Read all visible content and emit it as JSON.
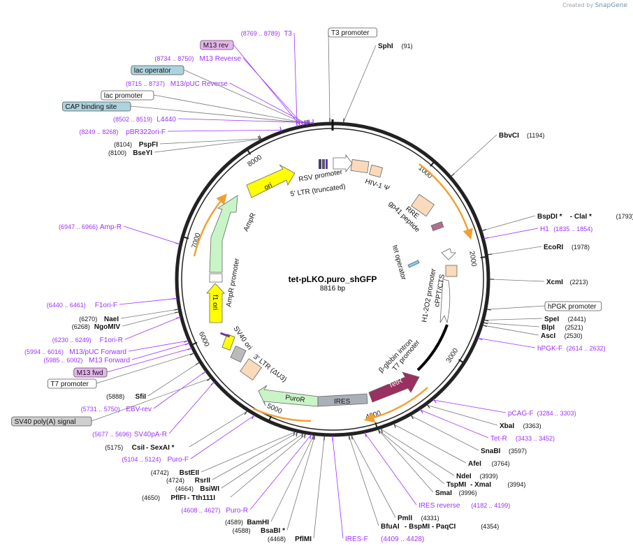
{
  "credit": {
    "prefix": "Created by",
    "brand": "SnapGene"
  },
  "plasmid": {
    "name": "tet-pLKO.puro_shGFP",
    "size": "8816 bp"
  },
  "colors": {
    "primer": "#9b30ff",
    "site": "#111111",
    "backbone": "#222222",
    "primer_box": "#e8b4ef",
    "feature_box": "#add3de",
    "grey_box": "#cfcfcf"
  },
  "ticks": [
    "1000",
    "2000",
    "3000",
    "4000",
    "5000",
    "6000",
    "7000",
    "8000"
  ],
  "labels": [
    {
      "id": "t3",
      "pos": "(8769 .. 8789)",
      "name": "T3",
      "type": "primer"
    },
    {
      "id": "m13rev",
      "name": "M13 rev",
      "type": "primer-box"
    },
    {
      "id": "m13reverse",
      "pos": "(8734 .. 8750)",
      "name": "M13 Reverse",
      "type": "primer"
    },
    {
      "id": "lacop",
      "name": "lac operator",
      "type": "feature-box"
    },
    {
      "id": "m13puc_rev",
      "pos": "(8715 .. 8737)",
      "name": "M13/pUC Reverse",
      "type": "primer"
    },
    {
      "id": "lacprom",
      "name": "lac promoter",
      "type": "white-box"
    },
    {
      "id": "cap",
      "name": "CAP binding site",
      "type": "feature-box"
    },
    {
      "id": "l4440",
      "pos": "(8502 .. 8519)",
      "name": "L4440",
      "type": "primer"
    },
    {
      "id": "pbr322",
      "pos": "(8249 .. 8268)",
      "name": "pBR322ori-F",
      "type": "primer"
    },
    {
      "id": "pspfi",
      "pos": "(8104)",
      "name": "PspFI",
      "type": "site"
    },
    {
      "id": "bseyi",
      "pos": "(8100)",
      "name": "BseYI",
      "type": "site"
    },
    {
      "id": "ampr_p",
      "pos": "(6947 .. 6966)",
      "name": "Amp-R",
      "type": "primer"
    },
    {
      "id": "f1orif",
      "pos": "(6440 .. 6461)",
      "name": "F1ori-F",
      "type": "primer"
    },
    {
      "id": "naei",
      "pos": "(6270)",
      "name": "NaeI",
      "type": "site"
    },
    {
      "id": "ngomiv",
      "pos": "(6268)",
      "name": "NgoMIV",
      "type": "site"
    },
    {
      "id": "f1orir",
      "pos": "(6230 .. 6249)",
      "name": "F1ori-R",
      "type": "primer"
    },
    {
      "id": "m13pucf",
      "pos": "(5994 .. 6016)",
      "name": "M13/pUC Forward",
      "type": "primer"
    },
    {
      "id": "m13f",
      "pos": "(5985 .. 6002)",
      "name": "M13 Forward",
      "type": "primer"
    },
    {
      "id": "m13fwd",
      "name": "M13 fwd",
      "type": "primer-box"
    },
    {
      "id": "t7prom_l",
      "name": "T7 promoter",
      "type": "white-box"
    },
    {
      "id": "sfii",
      "pos": "(5888)",
      "name": "SfiI",
      "type": "site"
    },
    {
      "id": "ebvrev",
      "pos": "(5731 .. 5750)",
      "name": "EBV-rev",
      "type": "primer"
    },
    {
      "id": "sv40pa",
      "name": "SV40 poly(A) signal",
      "type": "grey-box"
    },
    {
      "id": "sv40par",
      "pos": "(5677 .. 5696)",
      "name": "SV40pA-R",
      "type": "primer"
    },
    {
      "id": "csii",
      "pos": "(5175)",
      "name": "CsiI",
      "extra": " - SexAI *",
      "type": "site"
    },
    {
      "id": "purof",
      "pos": "(5104 .. 5124)",
      "name": "Puro-F",
      "type": "primer"
    },
    {
      "id": "bsteii",
      "pos": "(4742)",
      "name": "BstEII",
      "type": "site"
    },
    {
      "id": "rsrii",
      "pos": "(4724)",
      "name": "RsrII",
      "type": "site"
    },
    {
      "id": "bsiwi",
      "pos": "(4664)",
      "name": "BsiWI",
      "type": "site"
    },
    {
      "id": "pflfi",
      "pos": "(4650)",
      "name": "PflFI",
      "extra": " - Tth111I",
      "type": "site"
    },
    {
      "id": "puror",
      "pos": "(4608 .. 4627)",
      "name": "Puro-R",
      "type": "primer"
    },
    {
      "id": "bamhi",
      "pos": "(4589)",
      "name": "BamHI",
      "type": "site"
    },
    {
      "id": "bsabi",
      "pos": "(4588)",
      "name": "BsaBI *",
      "type": "site"
    },
    {
      "id": "pflmi",
      "pos": "(4468)",
      "name": "PflMI",
      "type": "site"
    },
    {
      "id": "iresf",
      "name": "IRES-F",
      "type": "primer"
    },
    {
      "id": "bfuai",
      "name": "BfuAI",
      "extra": " - BspMI - PaqCI",
      "pos": "(4354)",
      "type": "site-r"
    },
    {
      "id": "iresf_pos",
      "name": "(4409 .. 4428)",
      "type": "primer-pos"
    },
    {
      "id": "pmli",
      "name": "PmlI",
      "pos": "(4331)",
      "type": "site-r"
    },
    {
      "id": "iresrev",
      "name": "IRES reverse",
      "pos": "(4182 .. 4199)",
      "type": "primer-r"
    },
    {
      "id": "smai",
      "name": "SmaI",
      "pos": "(3996)",
      "type": "site-r"
    },
    {
      "id": "tspmi",
      "name": "TspMI",
      "extra": " - XmaI",
      "pos": "(3994)",
      "type": "site-r"
    },
    {
      "id": "ndei",
      "name": "NdeI",
      "pos": "(3939)",
      "type": "site-r"
    },
    {
      "id": "afei",
      "name": "AfeI",
      "pos": "(3764)",
      "type": "site-r"
    },
    {
      "id": "snabi",
      "name": "SnaBI",
      "pos": "(3597)",
      "type": "site-r"
    },
    {
      "id": "tetr_p",
      "name": "Tet-R",
      "pos": "(3433 .. 3452)",
      "type": "primer-r"
    },
    {
      "id": "xbai",
      "name": "XbaI",
      "pos": "(3363)",
      "type": "site-r"
    },
    {
      "id": "pcagf",
      "name": "pCAG-F",
      "pos": "(3284 .. 3303)",
      "type": "primer-r"
    },
    {
      "id": "phgkf",
      "name": "hPGK-F",
      "pos": "(2614 .. 2632)",
      "type": "primer-r"
    },
    {
      "id": "asci",
      "name": "AscI",
      "pos": "(2530)",
      "type": "site-r"
    },
    {
      "id": "blpi",
      "name": "BlpI",
      "pos": "(2521)",
      "type": "site-r"
    },
    {
      "id": "spei",
      "name": "SpeI",
      "pos": "(2441)",
      "type": "site-r"
    },
    {
      "id": "hpgkprom",
      "name": "hPGK promoter",
      "type": "white-box"
    },
    {
      "id": "xcmi",
      "name": "XcmI",
      "pos": "(2213)",
      "type": "site-r"
    },
    {
      "id": "ecori",
      "name": "EcoRI",
      "pos": "(1978)",
      "type": "site-r"
    },
    {
      "id": "h1",
      "name": "H1",
      "pos": "(1835 .. 1854)",
      "type": "primer-r"
    },
    {
      "id": "bspdi",
      "name": "BspDI *",
      "extra": " - ClaI *",
      "pos": "(1793)",
      "type": "site-r"
    },
    {
      "id": "bbvci",
      "name": "BbvCI",
      "pos": "(1194)",
      "type": "site-r"
    },
    {
      "id": "sphi",
      "name": "SphI",
      "pos": "(91)",
      "type": "site-r"
    },
    {
      "id": "t3prom",
      "name": "T3 promoter",
      "type": "white-box"
    }
  ],
  "inner_features": {
    "rsv": "RSV promoter",
    "ltr5": "5' LTR (truncated)",
    "hiv": "HIV-1 Ψ",
    "rre": "RRE",
    "gp41": "gp41 peptide",
    "tetop": "tet operator",
    "h1prom": "H1-2O2 promoter",
    "cppt": "cPPT/CTS",
    "bglob": "β-globin intron",
    "t7prom": "T7 promoter",
    "tetr": "TetR",
    "ires": "IRES",
    "puror": "PuroR",
    "ltr3": "3' LTR (ΔU3)",
    "sv40ori": "SV40 ori",
    "f1ori": "f1 ori",
    "amprprom": "AmpR promoter",
    "ampr": "AmpR",
    "ori": "ori"
  }
}
